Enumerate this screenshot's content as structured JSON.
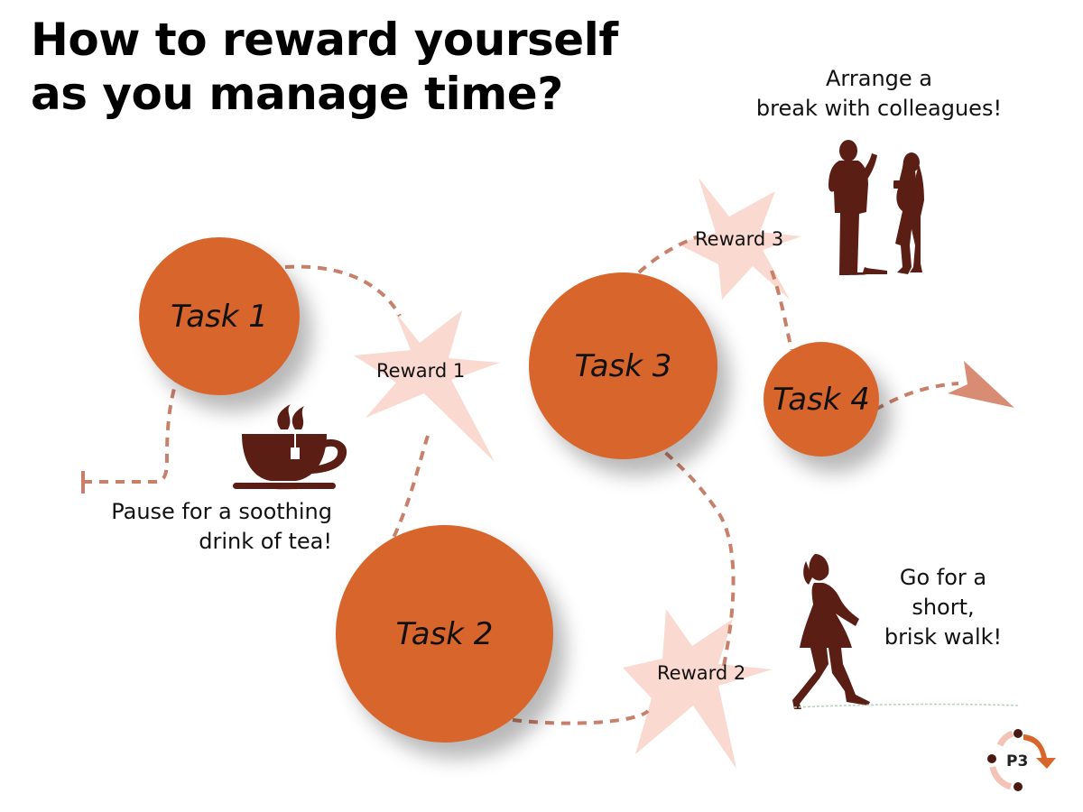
{
  "title": {
    "line1": "How to reward yourself",
    "line2": "as you manage time?"
  },
  "tasks": {
    "task1": "Task 1",
    "task2": "Task 2",
    "task3": "Task 3",
    "task4": "Task 4"
  },
  "rewards": {
    "reward1": "Reward 1",
    "reward2": "Reward 2",
    "reward3": "Reward 3"
  },
  "captions": {
    "tea": {
      "line1": "Pause for a soothing",
      "line2": "drink of tea!"
    },
    "colleagues": {
      "line1": "Arrange a",
      "line2": "break with colleagues!"
    },
    "walk": {
      "line1": "Go for a",
      "line2": "short,",
      "line3": "brisk walk!"
    }
  },
  "logo": {
    "text": "P3"
  },
  "colors": {
    "task": "#d8662c",
    "reward_star": "#f9d9d0",
    "path": "#c8806a",
    "silhouette": "#5a1e14"
  },
  "icons": [
    "tea-cup-icon",
    "colleagues-silhouette-icon",
    "walking-woman-silhouette-icon",
    "arrow-head-icon"
  ]
}
